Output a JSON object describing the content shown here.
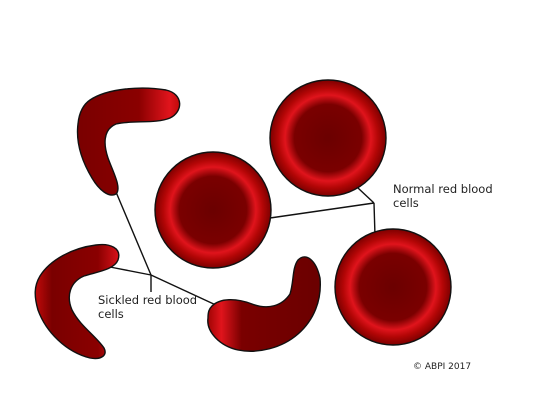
{
  "labels": {
    "normal_line1": "Normal red blood",
    "normal_line2": "cells",
    "sickle_line1": "Sickled red blood",
    "sickle_line2": "cells"
  },
  "copyright": "© ABPI 2017",
  "colors": {
    "cell_dark": "#6b0000",
    "cell_mid": "#9c0000",
    "cell_bright": "#e0141c",
    "outline": "#111111",
    "leader_line": "#111111"
  }
}
